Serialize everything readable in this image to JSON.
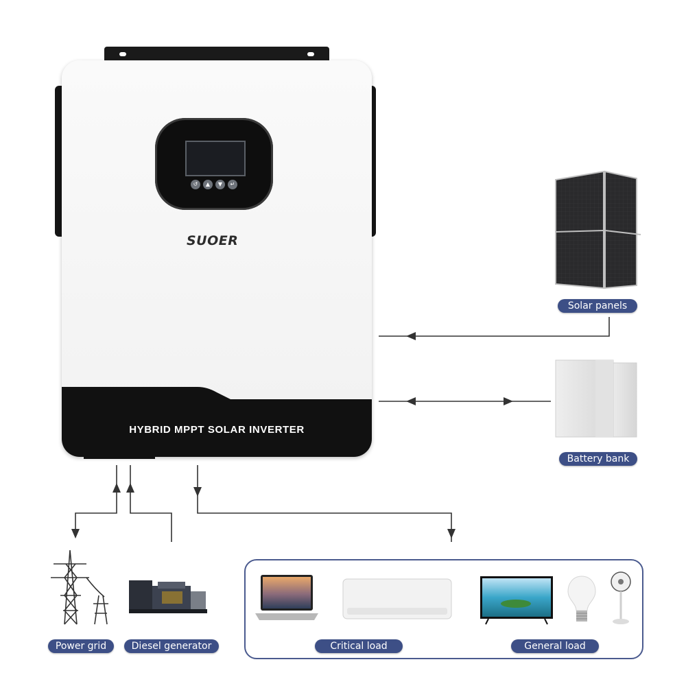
{
  "inverter": {
    "brand": "SUOER",
    "product_label": "HYBRID MPPT SOLAR INVERTER",
    "buttons": [
      "↺",
      "▲",
      "▼",
      "↵"
    ]
  },
  "labels": {
    "solar_panels": "Solar panels",
    "battery_bank": "Battery bank",
    "power_grid": "Power grid",
    "diesel_generator": "Diesel generator",
    "critical_load": "Critical load",
    "general_load": "General load"
  },
  "colors": {
    "pill_background": "#3d4f86",
    "connector_line": "#333333",
    "inverter_band": "#111111"
  }
}
